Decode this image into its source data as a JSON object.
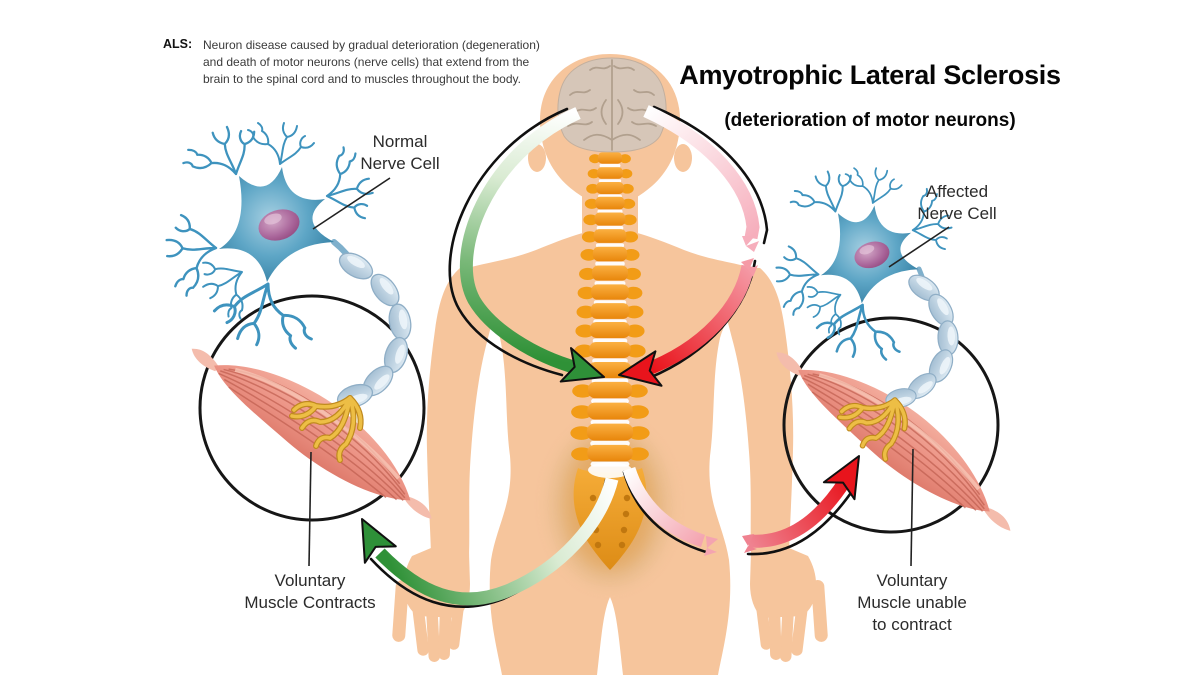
{
  "title": {
    "main": "Amyotrophic Lateral Sclerosis",
    "subtitle": "(deterioration of motor neurons)"
  },
  "definition": {
    "term": "ALS:",
    "text": "Neuron disease caused by gradual deterioration (degeneration)\nand death of motor neurons (nerve cells) that extend from the\nbrain to the spinal cord and to muscles throughout the body."
  },
  "labels": {
    "normal_nerve_cell": "Normal\nNerve Cell",
    "affected_nerve_cell": "Affected\nNerve Cell",
    "muscle_contracts": "Voluntary\nMuscle Contracts",
    "muscle_unable": "Voluntary\nMuscle unable\nto contract"
  },
  "colors": {
    "skin": "#F6C59C",
    "spine_orange": "#F29C17",
    "brain": "#D6C6B8",
    "neuron_body_teal": "#3D8FB4",
    "nucleus_purple": "#A2618F",
    "axon_blue": "#BCD2E2",
    "muscle_pink": "#EC9184",
    "nerve_terminal_gold": "#EDBE45",
    "normal_pathway_green": "#2F9137",
    "affected_pathway_red": "#E8141C",
    "outline_black": "#111111"
  }
}
